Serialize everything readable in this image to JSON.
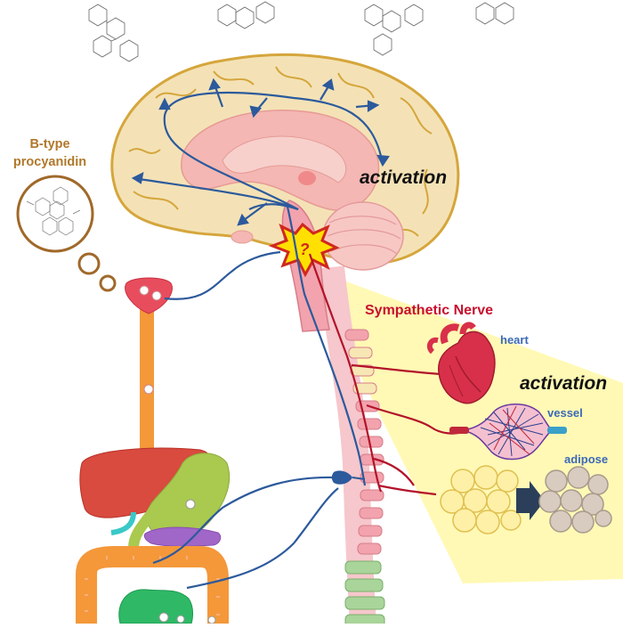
{
  "labels": {
    "procyanidin_line1": "B-type",
    "procyanidin_line2": "procyanidin",
    "activation_brain": "activation",
    "sympathetic_nerve": "Sympathetic Nerve",
    "heart": "heart",
    "activation_organs": "activation",
    "vessel": "vessel",
    "adipose": "adipose",
    "question_mark": "?"
  },
  "colors": {
    "brain_outer": "#f4e2b6",
    "brain_outline": "#d5a63c",
    "brain_inner": "#f4b7b3",
    "nerve_blue": "#2c5a9c",
    "sympathetic_red": "#b3132a",
    "procyanidin_brown": "#b0782a",
    "esophagus_orange": "#f4983a",
    "liver": "#d94a3f",
    "stomach": "#a9c94f",
    "pancreas": "#a066c8",
    "intestine_orange": "#f4983a",
    "intestine_green": "#2fb866",
    "spine_pink": "#f2a3ad",
    "spine_green": "#a9d49a",
    "highlight_yellow": "#fff8a8",
    "burst_yellow": "#ffe000",
    "burst_red": "#d0281e"
  },
  "icons": [
    "brain-icon",
    "heart-icon",
    "vessel-icon",
    "adipose-cells-icon",
    "arrow-right-icon",
    "thought-bubble-icon",
    "molecule-icon",
    "explosion-icon"
  ]
}
